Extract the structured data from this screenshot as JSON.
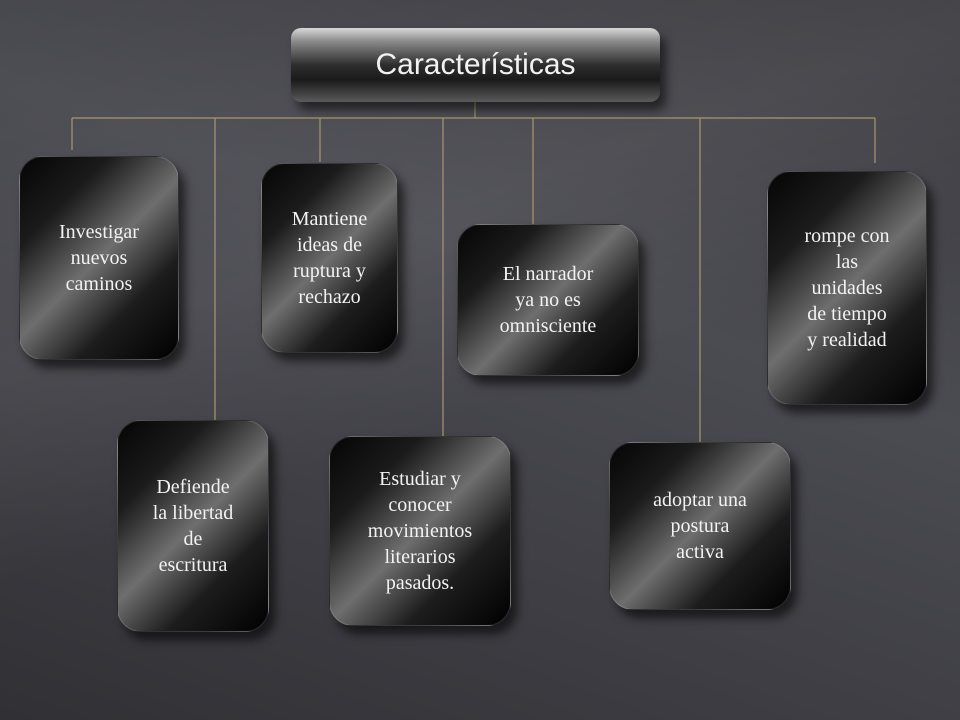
{
  "title": "Características",
  "nodes": {
    "investigar": "Investigar\nnuevos\ncaminos",
    "mantiene": "Mantiene\nideas de\nruptura y\nrechazo",
    "narrador": "El narrador\nya no es\nomnisciente",
    "rompe": "rompe con\nlas\nunidades\nde tiempo\ny realidad",
    "defiende": "Defiende\nla libertad\nde\nescritura",
    "estudiar": "Estudiar y\nconocer\nmovimientos\nliterarios\npasados.",
    "adoptar": "adoptar una\npostura\nactiva"
  },
  "colors": {
    "connector": "#a89870",
    "text": "#f2f2f2"
  }
}
